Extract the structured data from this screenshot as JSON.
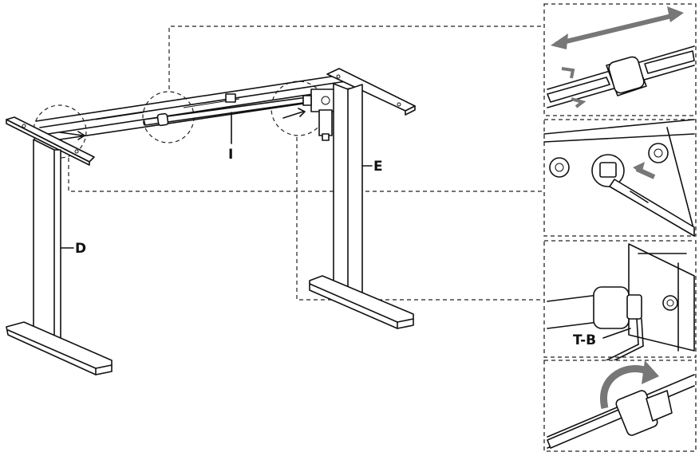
{
  "labels": {
    "leg_left": "D",
    "leg_right": "E",
    "crossbar": "I",
    "tool": "T-B"
  },
  "colors": {
    "line": "#111111",
    "arrow_fill": "#777777",
    "background": "#ffffff"
  },
  "icons": {
    "slide_arrow": "double-arrow-icon",
    "insert_arrow": "arrow-icon",
    "rotate_arrow": "rotate-arrow-icon",
    "hex_key": "allen-key-icon"
  }
}
